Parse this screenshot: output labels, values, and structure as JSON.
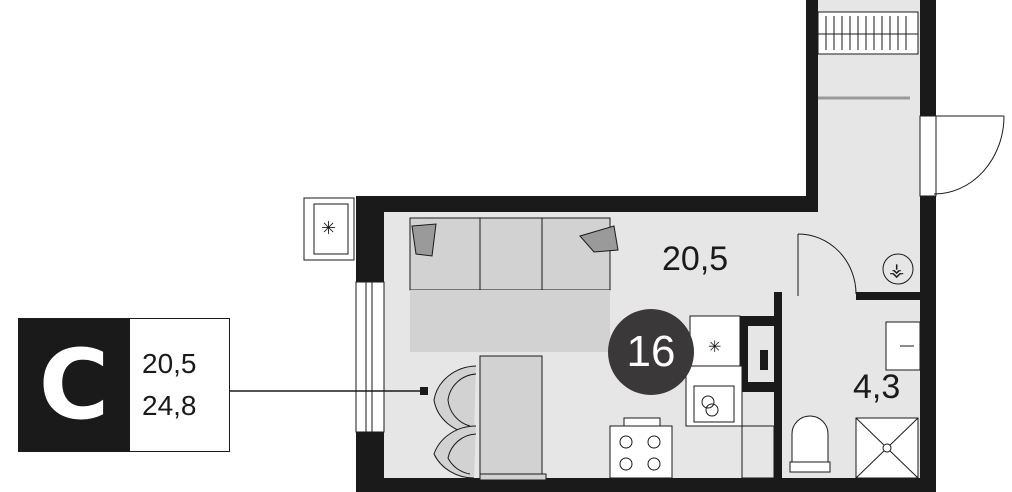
{
  "badge": {
    "letter": "С"
  },
  "areas": {
    "living_area": "20,5",
    "total_area": "24,8"
  },
  "rooms": {
    "main_room_area": "20,5",
    "bathroom_area": "4,3"
  },
  "unit": {
    "number": "16"
  },
  "colors": {
    "wall": "#1a1a1a",
    "floor": "#e6e6e6",
    "furniture": "#d2d2d2",
    "badge": "#1a1a1a",
    "circle": "#3a3838"
  }
}
